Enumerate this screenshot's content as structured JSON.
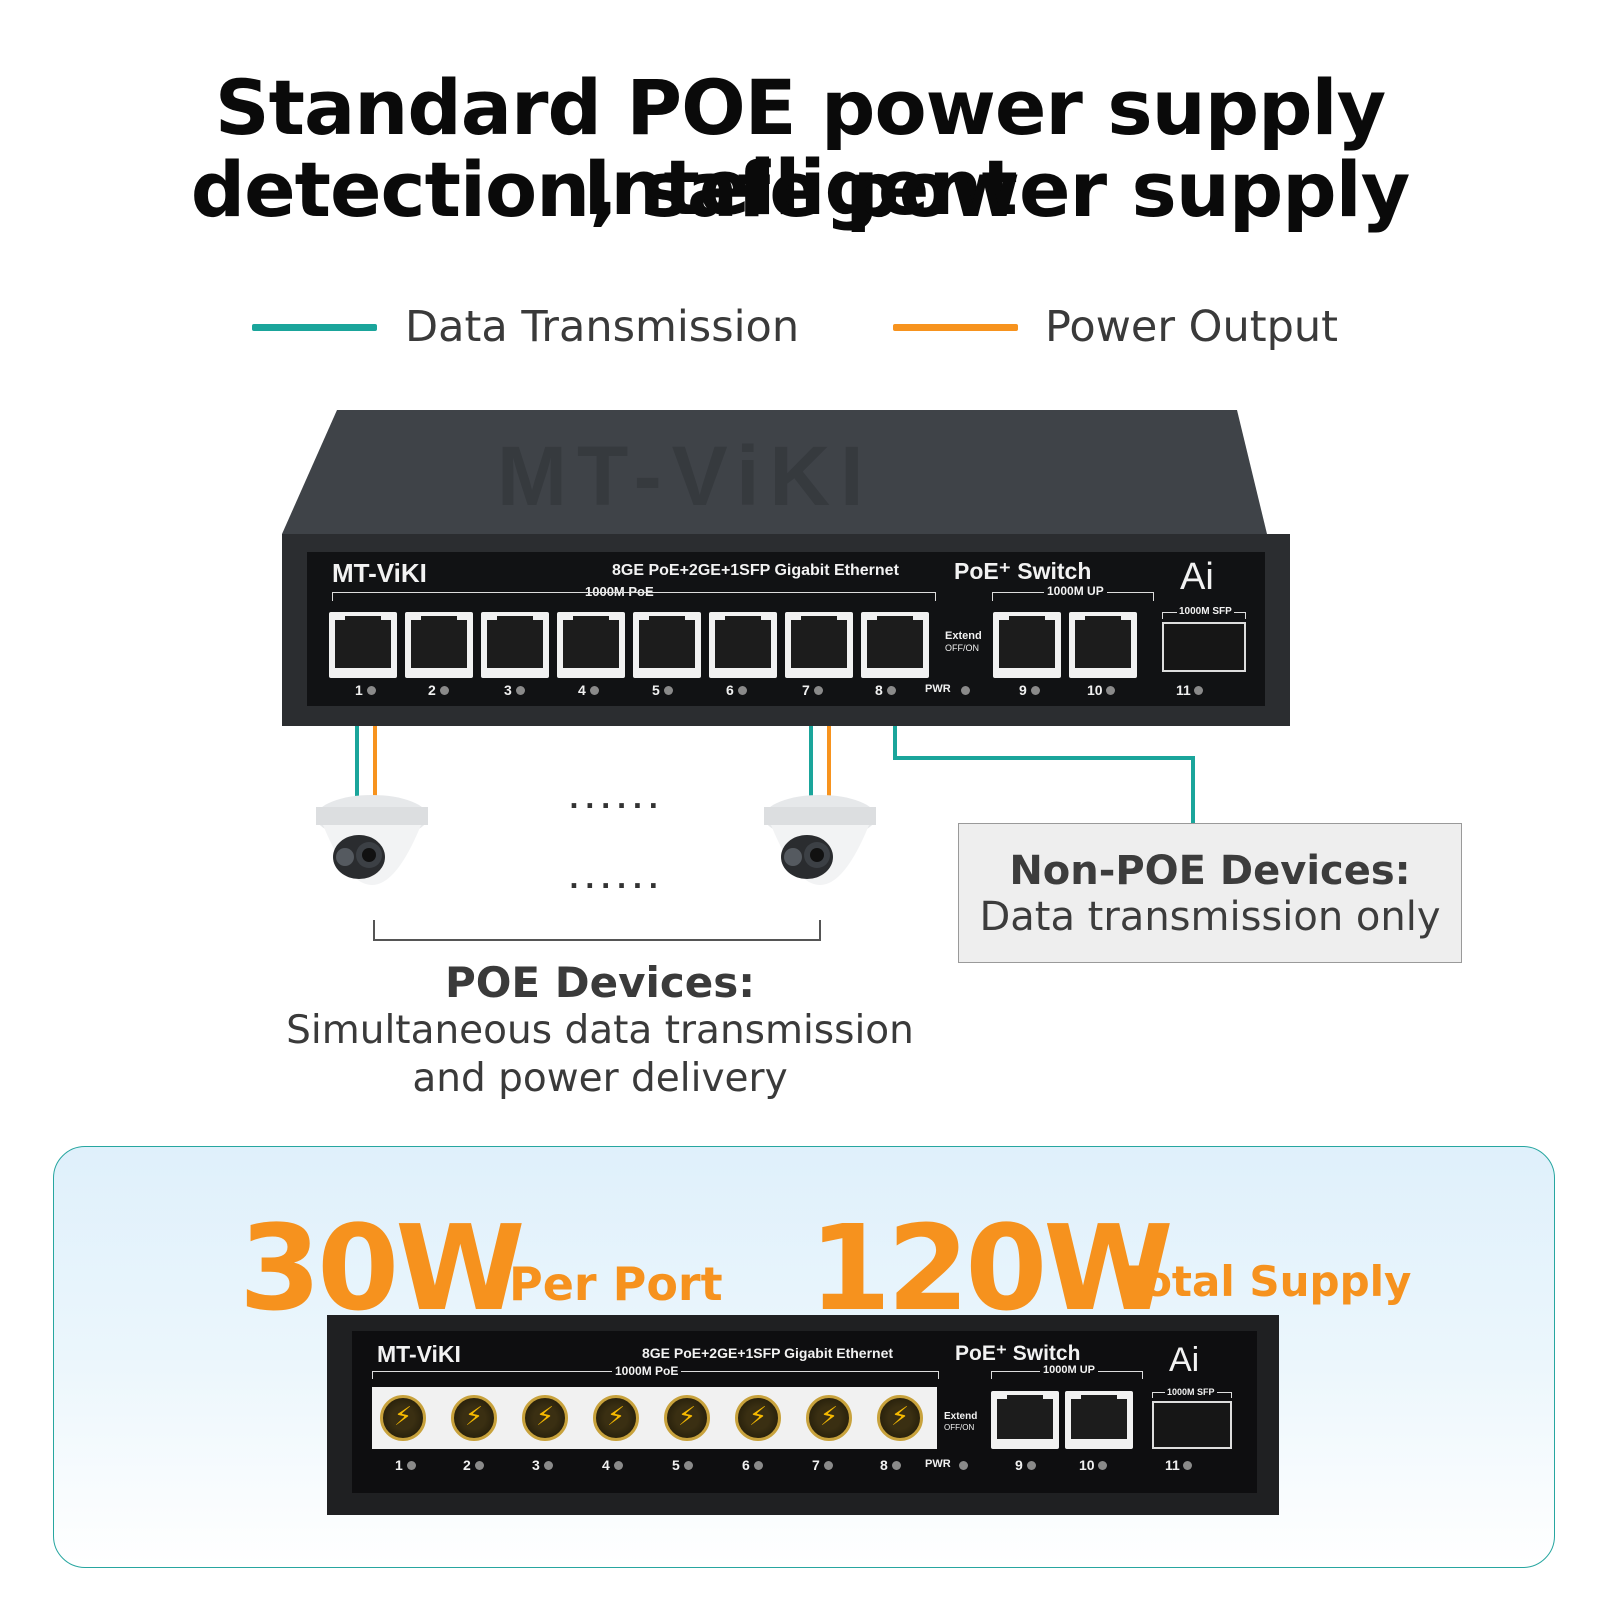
{
  "header": {
    "title_line1": "Standard POE power supply Intelligent",
    "title_line2": "detection, safe power supply"
  },
  "legend": {
    "data": {
      "label": "Data Transmission",
      "color": "#1aa59b"
    },
    "power": {
      "label": "Power Output",
      "color": "#f7931e"
    }
  },
  "switch": {
    "brand": "MT-ViKI",
    "model_desc": "8GE PoE+2GE+1SFP Gigabit Ethernet",
    "group_poe": "1000M PoE",
    "product": "PoE⁺ Switch",
    "group_up": "1000M UP",
    "ai": "Ai",
    "group_sfp": "1000M SFP",
    "extend": "Extend",
    "extend_state": "OFF/ON",
    "pwr": "PWR",
    "port_numbers": [
      "1",
      "2",
      "3",
      "4",
      "5",
      "6",
      "7",
      "8",
      "9",
      "10",
      "11"
    ],
    "top_logo": "MT-ViKI"
  },
  "diagram": {
    "ellipsis": "......",
    "poe_title": "POE Devices:",
    "poe_line1": "Simultaneous data transmission",
    "poe_line2": "and power delivery",
    "nonpoe_title": "Non-POE Devices:",
    "nonpoe_sub": "Data transmission only"
  },
  "specs": {
    "per_port_value": "30W",
    "per_port_label": "Per Port",
    "total_value": "120W",
    "total_label": "Total Supply",
    "accent": "#f6921e"
  }
}
